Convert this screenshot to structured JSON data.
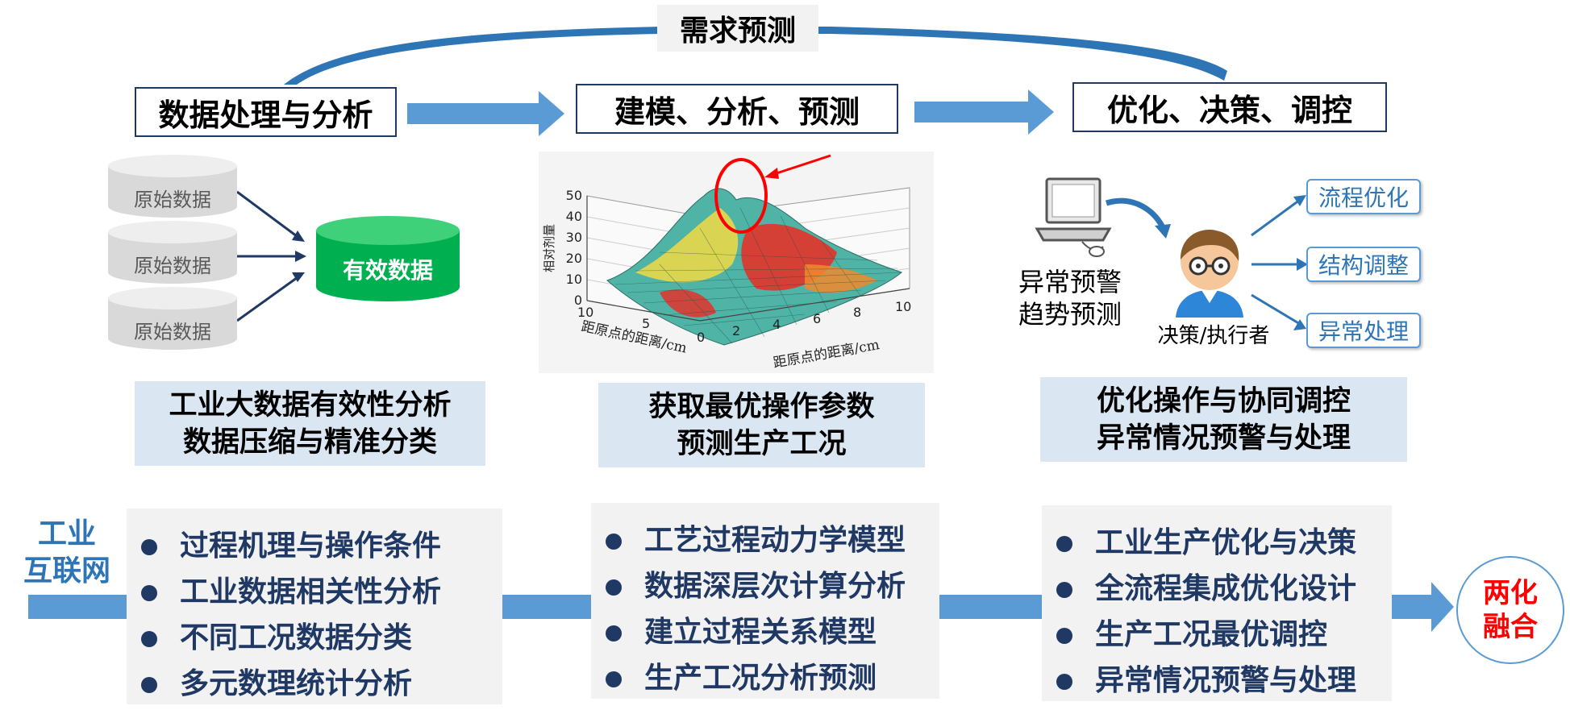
{
  "top": {
    "demand_forecast": "需求预测"
  },
  "stages": [
    {
      "title": "数据处理与分析",
      "summary": [
        "工业大数据有效性分析",
        "数据压缩与精准分类"
      ],
      "bullets": [
        "过程机理与操作条件",
        "工业数据相关性分析",
        "不同工况数据分类",
        "多元数理统计分析"
      ]
    },
    {
      "title": "建模、分析、预测",
      "summary": [
        "获取最优操作参数",
        "预测生产工况"
      ],
      "bullets": [
        "工艺过程动力学模型",
        "数据深层次计算分析",
        "建立过程关系模型",
        "生产工况分析预测"
      ]
    },
    {
      "title": "优化、决策、调控",
      "summary": [
        "优化操作与协同调控",
        "异常情况预警与处理"
      ],
      "bullets": [
        "工业生产优化与决策",
        "全流程集成优化设计",
        "生产工况最优调控",
        "异常情况预警与处理"
      ]
    }
  ],
  "data_panel": {
    "raw": [
      "原始数据",
      "原始数据",
      "原始数据"
    ],
    "valid": "有效数据"
  },
  "chart": {
    "ylabel": "相对剂量",
    "xlabel_left": "距原点的距离/cm",
    "xlabel_right": "距原点的距离/cm",
    "z_ticks": [
      "0",
      "10",
      "20",
      "30",
      "40",
      "50"
    ],
    "left_ticks": [
      "10",
      "5",
      "0"
    ],
    "right_ticks": [
      "2",
      "4",
      "6",
      "8",
      "10"
    ]
  },
  "decision": {
    "alert_line1": "异常预警",
    "alert_line2": "趋势预测",
    "person": "决策/执行者",
    "actions": [
      "流程优化",
      "结构调整",
      "异常处理"
    ]
  },
  "left_label": {
    "line1": "工业",
    "line2": "互联网"
  },
  "result": {
    "line1": "两化",
    "line2": "融合"
  },
  "colors": {
    "arrow": "#5b9bd5",
    "navy": "#1f3864",
    "green": "#00b050",
    "result_red": "#ff0000",
    "accent_blue": "#2e75b6"
  }
}
